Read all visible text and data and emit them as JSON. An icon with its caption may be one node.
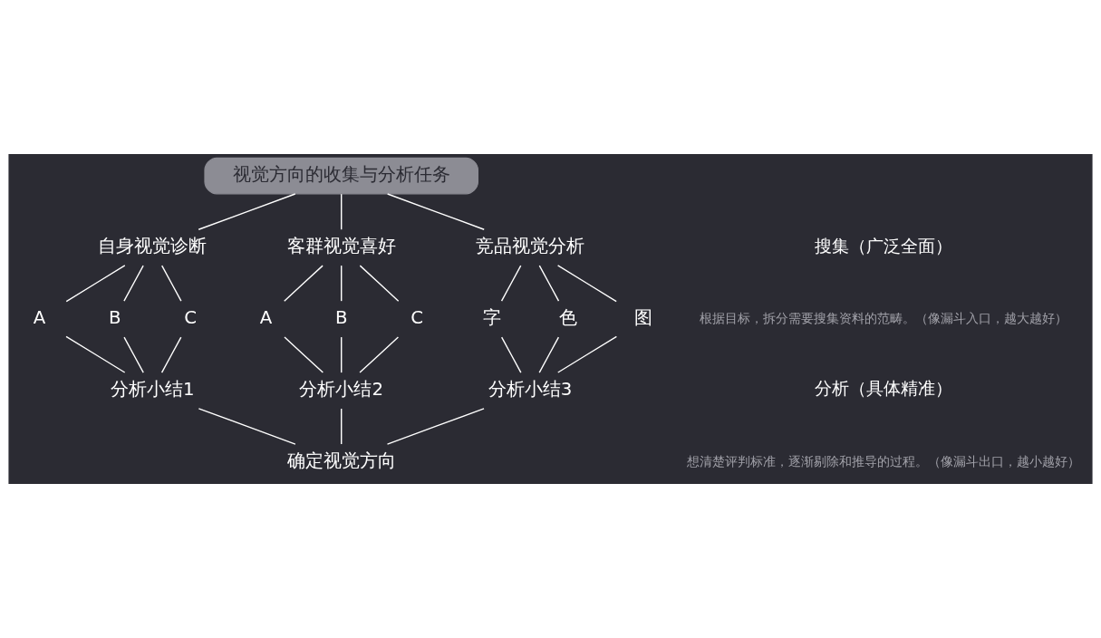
{
  "diagram": {
    "nodes": [
      {
        "text": [
          "视觉方向的收集与分析任务"
        ]
      },
      {
        "text": [
          "自身视觉诊断"
        ]
      },
      {
        "text": [
          "客群视觉喜好"
        ]
      },
      {
        "text": [
          "竞品视觉分析"
        ]
      },
      {
        "text": [
          "A"
        ]
      },
      {
        "text": [
          "B"
        ]
      },
      {
        "text": [
          "C"
        ]
      },
      {
        "text": [
          "A"
        ]
      },
      {
        "text": [
          "B"
        ]
      },
      {
        "text": [
          "C"
        ]
      },
      {
        "text": [
          "字"
        ]
      },
      {
        "text": [
          "色"
        ]
      },
      {
        "text": [
          "图"
        ]
      },
      {
        "text": [
          "分析小结1"
        ]
      },
      {
        "text": [
          "分析小结2"
        ]
      },
      {
        "text": [
          "分析小结3"
        ]
      },
      {
        "text": [
          "确定视觉方向"
        ]
      }
    ],
    "edges": [
      {
        "from": 0,
        "to": 1,
        "arrow": "none"
      },
      {
        "from": 0,
        "to": 2,
        "arrow": "none"
      },
      {
        "from": 0,
        "to": 3,
        "arrow": "none"
      },
      {
        "from": 1,
        "to": 4,
        "arrow": "none"
      },
      {
        "from": 1,
        "to": 5,
        "arrow": "none"
      },
      {
        "from": 1,
        "to": 6,
        "arrow": "none"
      },
      {
        "from": 2,
        "to": 7,
        "arrow": "none"
      },
      {
        "from": 2,
        "to": 8,
        "arrow": "none"
      },
      {
        "from": 2,
        "to": 9,
        "arrow": "none"
      },
      {
        "from": 3,
        "to": 10,
        "arrow": "none"
      },
      {
        "from": 3,
        "to": 11,
        "arrow": "none"
      },
      {
        "from": 3,
        "to": 12,
        "arrow": "none"
      },
      {
        "from": 4,
        "to": 13,
        "arrow": "none"
      },
      {
        "from": 5,
        "to": 13,
        "arrow": "none"
      },
      {
        "from": 6,
        "to": 13,
        "arrow": "none"
      },
      {
        "from": 7,
        "to": 14,
        "arrow": "none"
      },
      {
        "from": 8,
        "to": 14,
        "arrow": "none"
      },
      {
        "from": 9,
        "to": 14,
        "arrow": "none"
      },
      {
        "from": 10,
        "to": 15,
        "arrow": "none"
      },
      {
        "from": 11,
        "to": 15,
        "arrow": "none"
      },
      {
        "from": 12,
        "to": 15,
        "arrow": "none"
      },
      {
        "from": 13,
        "to": 16,
        "arrow": "none"
      },
      {
        "from": 14,
        "to": 16,
        "arrow": "none"
      },
      {
        "from": 15,
        "to": 16,
        "arrow": "none"
      }
    ],
    "labels": [
      "搜集（广泛全面）",
      "根据目标，拆分需要搜集资料的范畴。（像漏斗入口，越大越好）",
      "分析（具体精准）",
      "想清楚评判标准，逐渐剔除和推导的过程。（像漏斗出口，越小越好）"
    ]
  }
}
